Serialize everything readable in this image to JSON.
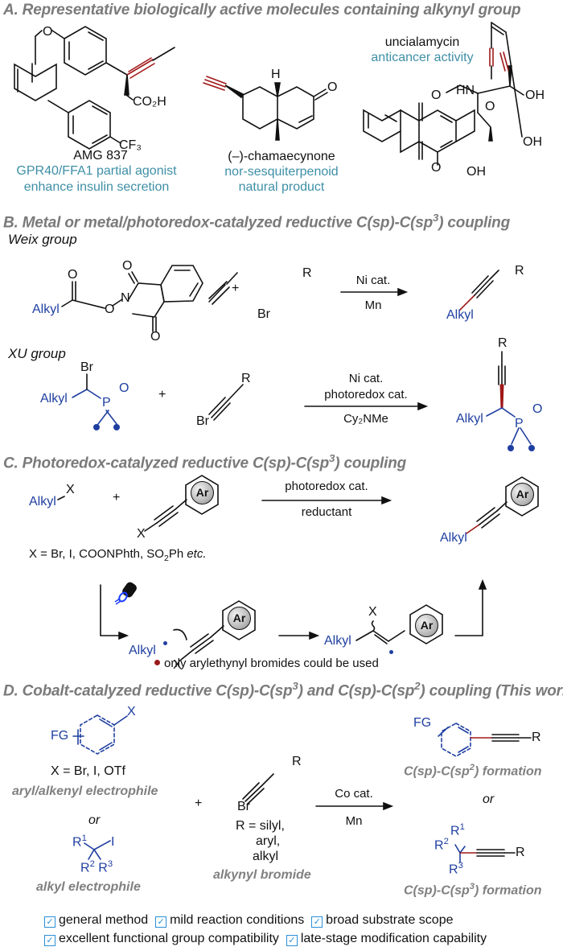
{
  "sections": {
    "a": {
      "title": "A. Representative biologically active molecules containing alkynyl group",
      "molecules": [
        {
          "name": "AMG 837",
          "activity": [
            "GPR40/FFA1 partial agonist",
            "enhance insulin secretion"
          ],
          "atoms": {
            "o": "O",
            "co2h": "CO₂H",
            "cf3": "CF₃"
          }
        },
        {
          "name": "(–)-chamaecynone",
          "activity": [
            "nor-sesquiterpenoid",
            "natural product"
          ],
          "atoms": {
            "h": "H",
            "o": "O"
          }
        },
        {
          "name": "uncialamycin",
          "activity": [
            "anticancer activity"
          ],
          "atoms": {
            "hn": "HN",
            "o_ring": "O",
            "oh1": "OH",
            "oh2": "OH",
            "oh3": "OH",
            "o1": "O",
            "o2": "O"
          }
        }
      ]
    },
    "b": {
      "title_pre": "B. Metal or metal/photoredox-catalyzed reductive C(sp)-C(sp",
      "title_sup": "3",
      "title_post": ") coupling",
      "weix": {
        "group": "Weix group",
        "alkyl": "Alkyl",
        "o1": "O",
        "o2": "O",
        "o3": "O",
        "o4": "O",
        "n": "N",
        "plus": "+",
        "r": "R",
        "br": "Br",
        "conditions_top": "Ni cat.",
        "conditions_bottom": "Mn",
        "product_r": "R",
        "product_alkyl": "Alkyl"
      },
      "xu": {
        "group": "XU group",
        "br_top": "Br",
        "alkyl": "Alkyl",
        "p": "P",
        "o": "O",
        "plus": "+",
        "r": "R",
        "br": "Br",
        "conditions": [
          "Ni cat.",
          "photoredox cat."
        ],
        "conditions_bottom": "Cy₂NMe",
        "product_r": "R",
        "product_alkyl": "Alkyl",
        "product_p": "P",
        "product_o": "O"
      }
    },
    "c": {
      "title_pre": "C. Photoredox-catalyzed reductive C(sp)-C(sp",
      "title_sup": "3",
      "title_post": ") coupling",
      "alkyl": "Alkyl",
      "x": "X",
      "plus": "+",
      "ar": "Ar",
      "conditions_top": "photoredox cat.",
      "conditions_bottom": "reductant",
      "x_def_pre": "X = Br, I, COONPhth, SO",
      "x_def_sub": "2",
      "x_def_post": "Ph ",
      "x_def_etc": "etc.",
      "note": "only arylethynyl bromides could be used",
      "note_color": "#9b1b1b",
      "icons": [
        "light-bulb-icon"
      ]
    },
    "d": {
      "title_pre": "D. Cobalt-catalyzed reductive C(sp)-C(sp",
      "title_sup1": "3",
      "title_mid": ") and C(sp)-C(sp",
      "title_sup2": "2",
      "title_post": ") coupling (This work)",
      "aryl": {
        "fg": "FG",
        "x": "X",
        "def": "X = Br, I, OTf",
        "label": "aryl/alkenyl electrophile"
      },
      "or": "or",
      "alkyl": {
        "r1": "R",
        "r2": "R",
        "r3": "R",
        "i": "I",
        "label": "alkyl electrophile"
      },
      "plus": "+",
      "bromide": {
        "r": "R",
        "br": "Br",
        "def": [
          "R = silyl,",
          "aryl,",
          "alkyl"
        ],
        "label": "alkynyl bromide"
      },
      "conditions_top": "Co cat.",
      "conditions_bottom": "Mn",
      "product1": {
        "fg": "FG",
        "r": "R",
        "label_pre": "C(sp)-C(sp",
        "label_sup": "2",
        "label_post": ") formation"
      },
      "product2": {
        "r": "R",
        "label_pre": "C(sp)-C(sp",
        "label_sup": "3",
        "label_post": ") formation"
      },
      "features": [
        "general method",
        "mild reaction conditions",
        "broad substrate scope",
        "excellent functional group compatibility",
        "late-stage modification capability"
      ],
      "check_color": "#2a8fd8"
    }
  },
  "colors": {
    "header": "#7a7a7a",
    "teal": "#3e8fa6",
    "blue": "#1f3fa0",
    "alkyne_red": "#a01818"
  }
}
